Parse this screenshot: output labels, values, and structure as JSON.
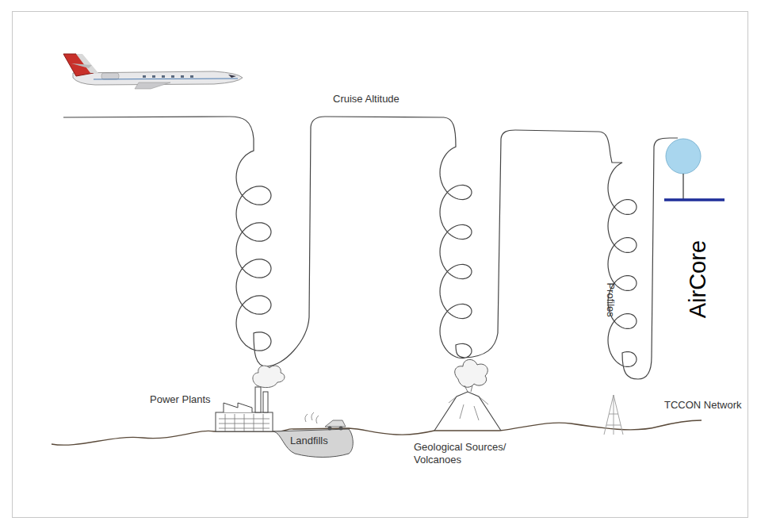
{
  "diagram": {
    "labels": [
      "Cruise Altitude",
      "Profiles",
      "AirCore",
      "Power Plants",
      "Landfills",
      "Geological Sources/ Volcanoes",
      "TCCON Network"
    ]
  }
}
